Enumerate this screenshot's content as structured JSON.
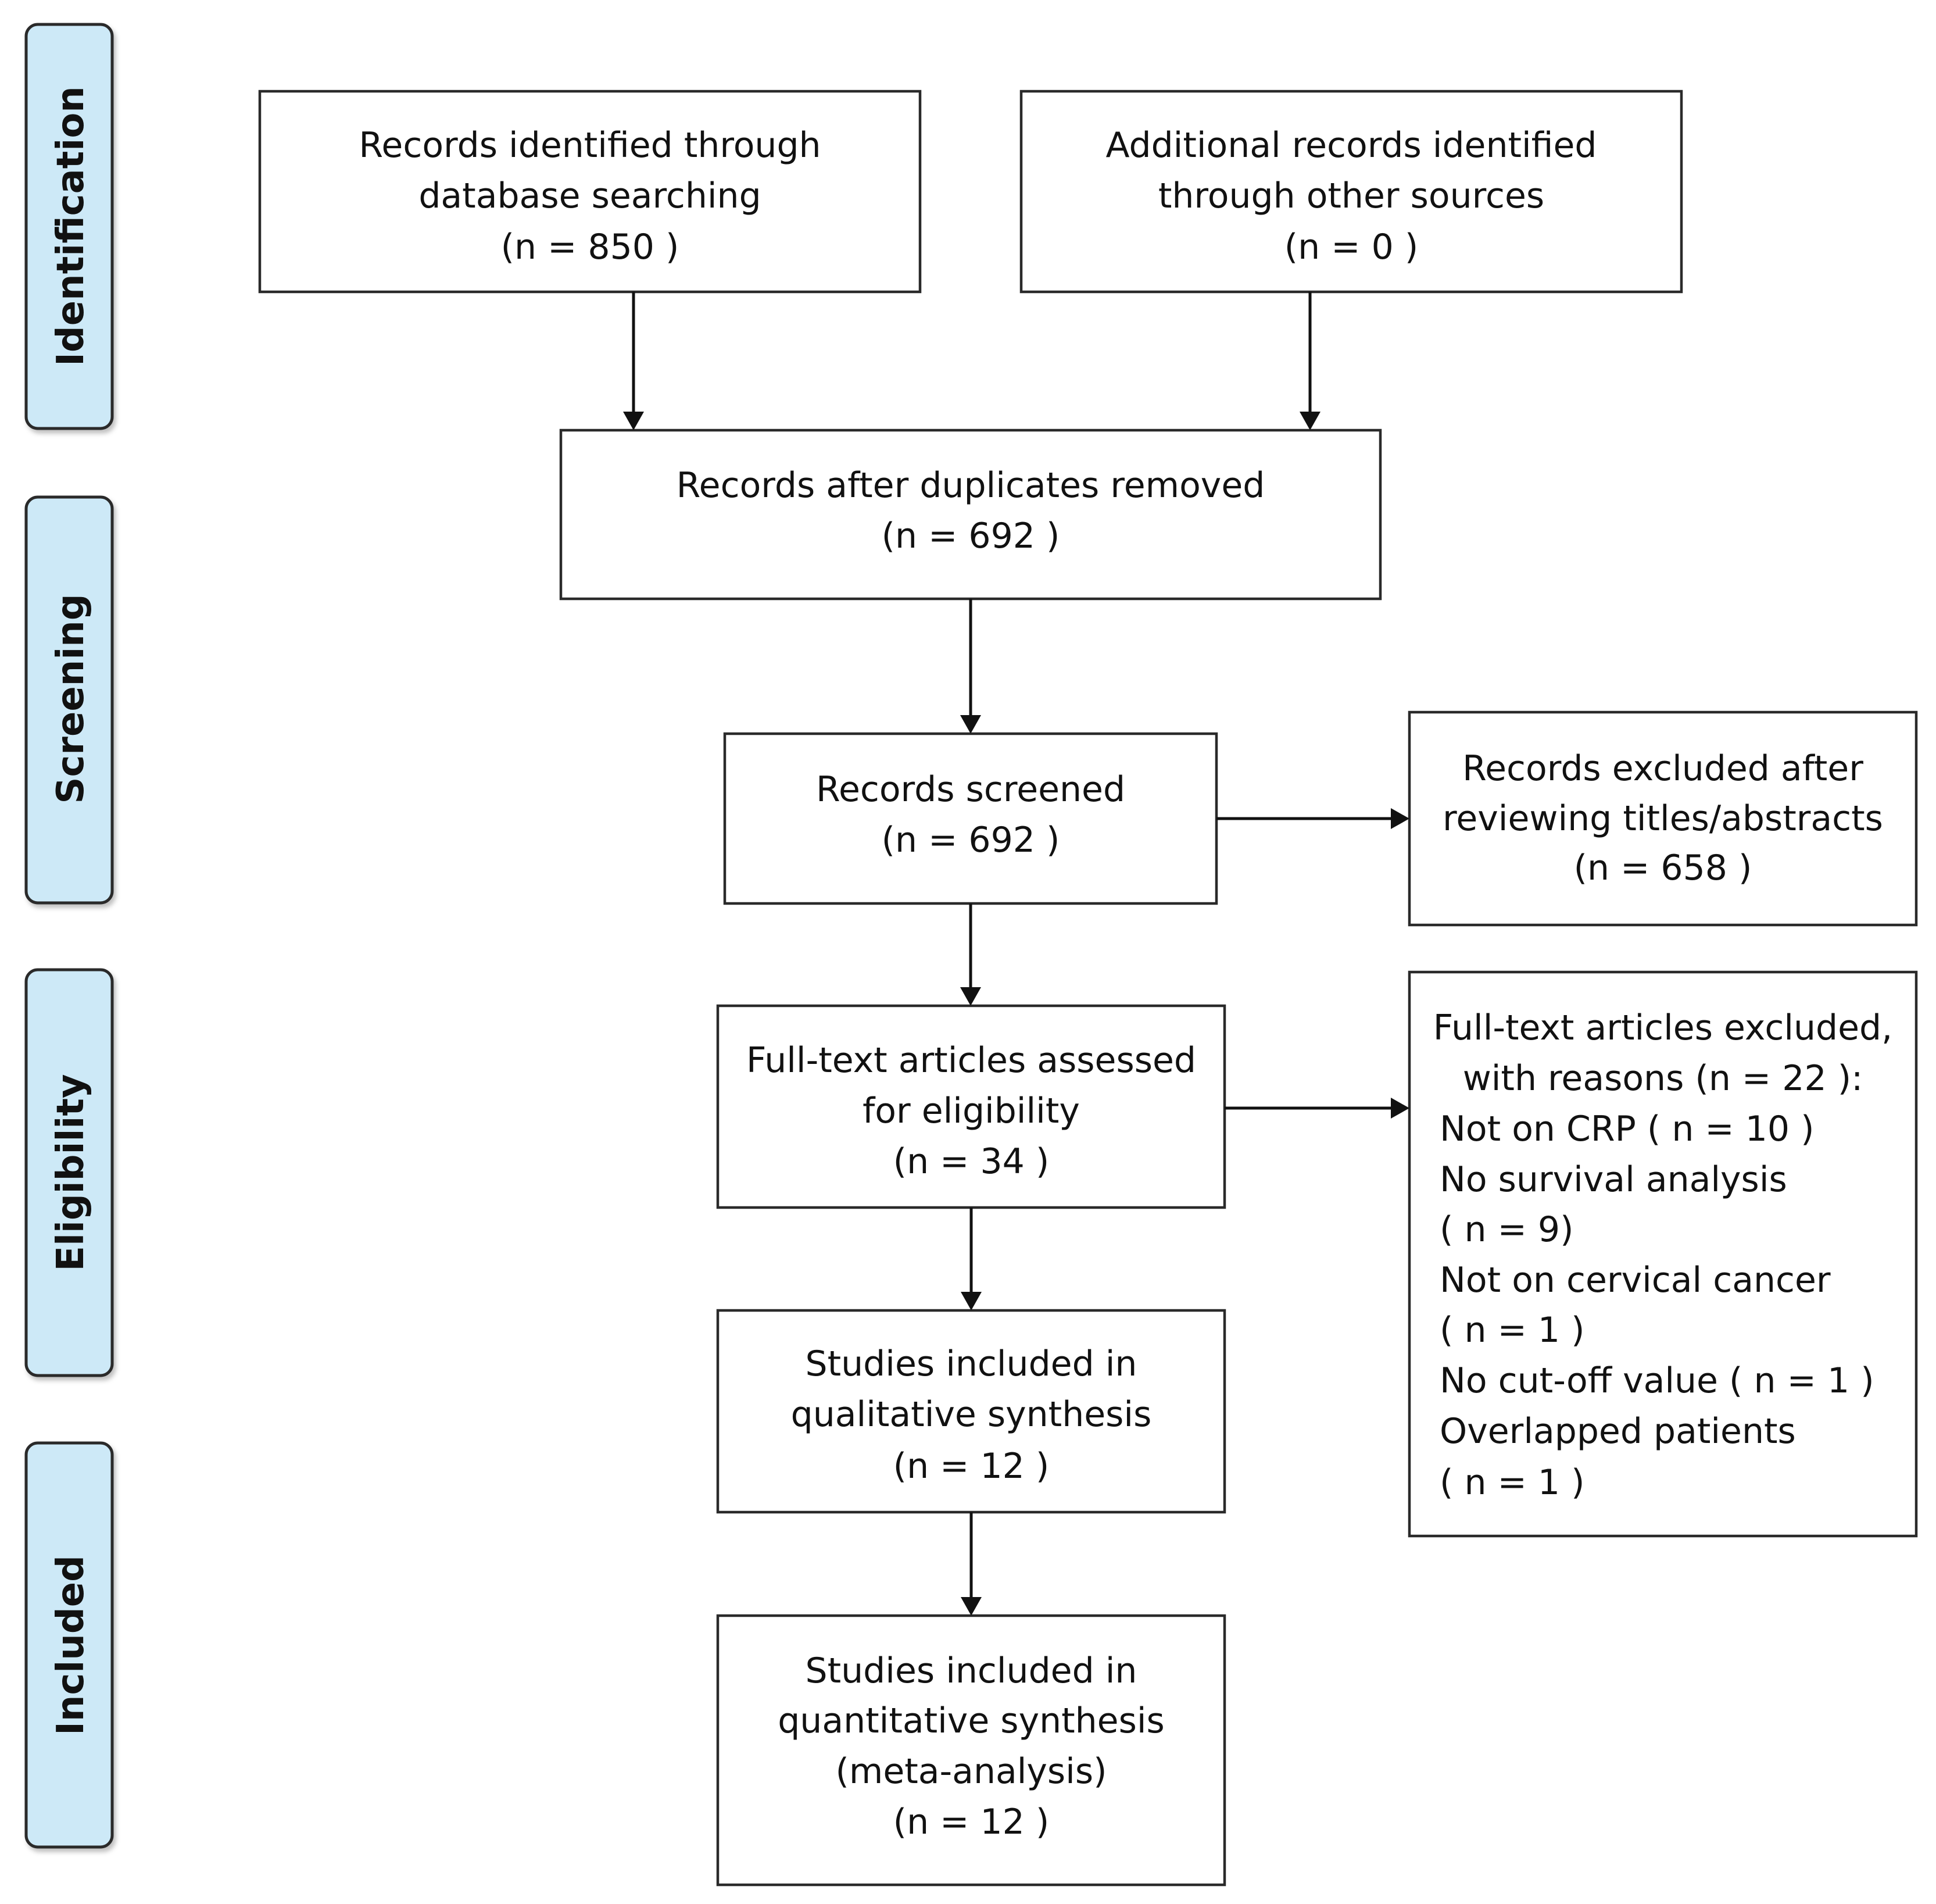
{
  "phases": {
    "identification": "Identification",
    "screening": "Screening",
    "eligibility": "Eligibility",
    "included": "Included"
  },
  "boxes": {
    "database": [
      "Records identified through",
      "database searching",
      "(n =  850 )"
    ],
    "other_sources": [
      "Additional records identified",
      "through other sources",
      "(n =  0 )"
    ],
    "duplicates_removed": [
      "Records after duplicates removed",
      "(n =  692 )"
    ],
    "screened": [
      "Records screened",
      "(n =  692 )"
    ],
    "excluded_titles": [
      "Records excluded after",
      "reviewing titles/abstracts",
      "(n =  658 )"
    ],
    "fulltext_assessed": [
      "Full-text articles assessed",
      "for eligibility",
      "(n =  34 )"
    ],
    "fulltext_excluded_header": [
      "Full-text articles excluded,",
      "with reasons (n =  22 ):"
    ],
    "fulltext_excluded_reasons": [
      "Not on CRP ( n = 10 )",
      "No survival analysis",
      "( n =  9)",
      "Not on cervical cancer",
      "( n = 1 )",
      "No cut-off value ( n = 1 )",
      "Overlapped patients",
      "( n = 1 )"
    ],
    "qualitative": [
      "Studies included in",
      "qualitative synthesis",
      "(n =  12 )"
    ],
    "quantitative": [
      "Studies included in",
      "quantitative synthesis",
      "(meta-analysis)",
      "(n =  12 )"
    ]
  }
}
